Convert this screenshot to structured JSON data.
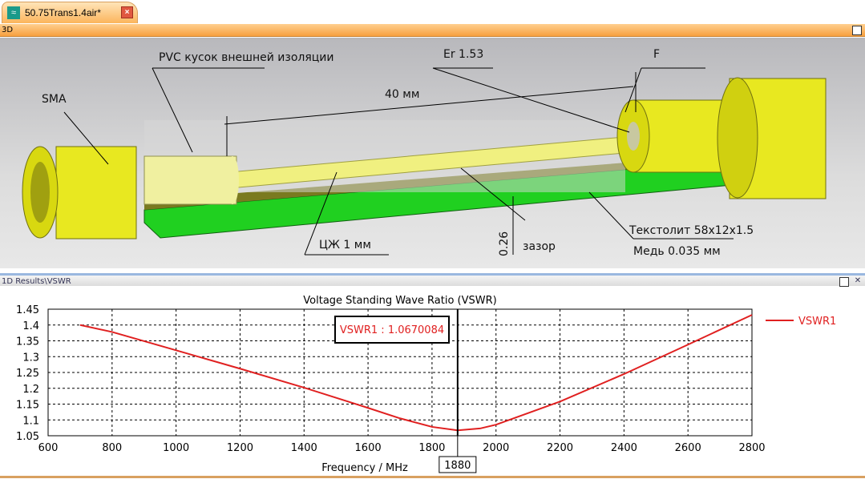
{
  "tab": {
    "title": "50.75Trans1.4air*",
    "close": "×"
  },
  "panel3d": {
    "title": "3D",
    "labels": {
      "pvc": "PVC  кусок внешней изоляции",
      "er": "Er 1.53",
      "f": "F",
      "sma": "SMA",
      "len": "40 мм",
      "core": "ЦЖ 1 мм",
      "gapv": "0.26",
      "gap": "зазор",
      "board": "Текстолит 58x12x1.5",
      "copper": "Медь 0.035 мм"
    }
  },
  "panel1d": {
    "title": "1D Results\\VSWR"
  },
  "colors": {
    "curve": "#e02020",
    "yellow": "#e8e820",
    "green": "#20d020"
  },
  "chart_data": {
    "type": "line",
    "title": "Voltage Standing Wave Ratio (VSWR)",
    "xlabel": "Frequency / MHz",
    "ylabel": "",
    "xlim": [
      600,
      2800
    ],
    "ylim": [
      1.05,
      1.45
    ],
    "xticks": [
      "600",
      "800",
      "1000",
      "1200",
      "1400",
      "1600",
      "1800",
      "2000",
      "2200",
      "2400",
      "2600",
      "2800"
    ],
    "yticks": [
      "1.05",
      "1.1",
      "1.15",
      "1.2",
      "1.25",
      "1.3",
      "1.35",
      "1.4",
      "1.45"
    ],
    "grid": true,
    "legend": "right",
    "series": [
      {
        "name": "VSWR1",
        "x": [
          700,
          800,
          1000,
          1200,
          1400,
          1600,
          1700,
          1800,
          1880,
          1950,
          2000,
          2200,
          2400,
          2600,
          2800
        ],
        "y": [
          1.4,
          1.378,
          1.32,
          1.262,
          1.202,
          1.138,
          1.105,
          1.078,
          1.067,
          1.073,
          1.085,
          1.158,
          1.245,
          1.338,
          1.432
        ]
      }
    ],
    "marker": {
      "x": 1880,
      "x_label": "1880",
      "readout": "VSWR1 : 1.0670084"
    }
  }
}
